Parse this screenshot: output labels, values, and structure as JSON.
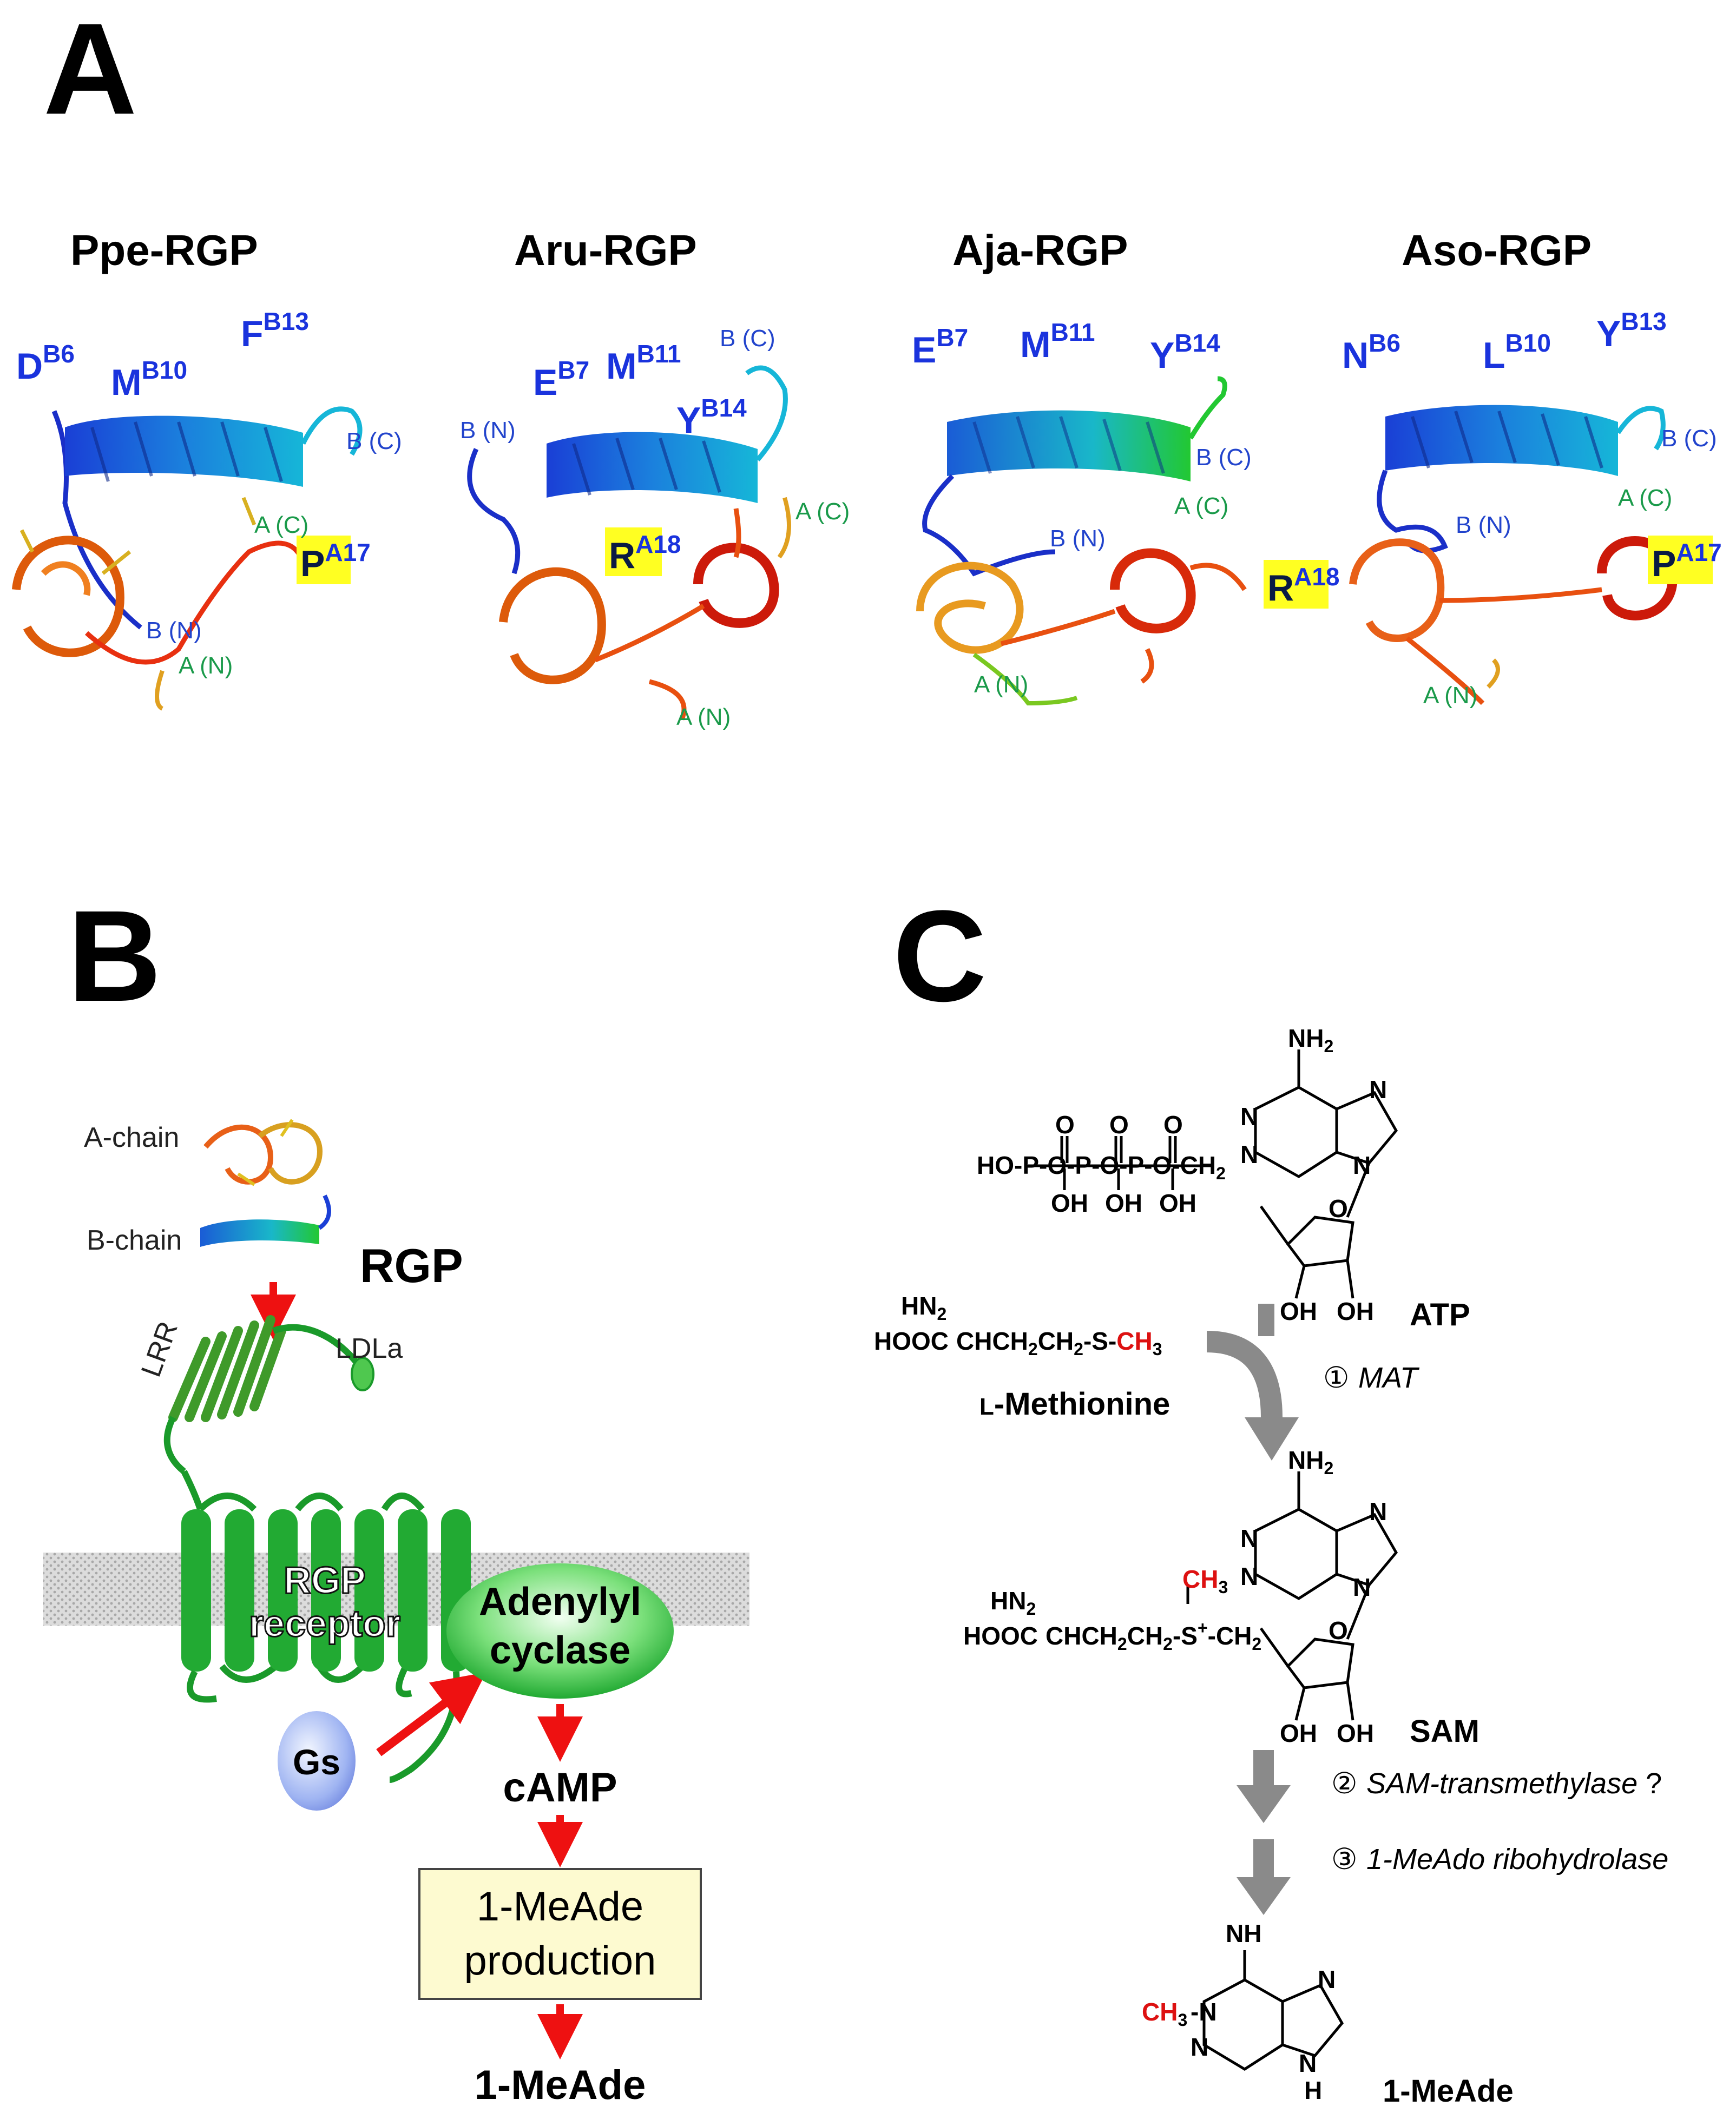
{
  "panels": {
    "a": {
      "letter": "A",
      "structures": [
        {
          "title": "Ppe-RGP",
          "labels": [
            {
              "id": "d",
              "main": "D",
              "sup": "B6"
            },
            {
              "id": "m",
              "main": "M",
              "sup": "B10"
            },
            {
              "id": "f",
              "main": "F",
              "sup": "B13"
            }
          ],
          "highlight": {
            "main": "P",
            "sup": "A17"
          }
        },
        {
          "title": "Aru-RGP",
          "labels": [
            {
              "id": "e",
              "main": "E",
              "sup": "B7"
            },
            {
              "id": "m",
              "main": "M",
              "sup": "B11"
            },
            {
              "id": "y",
              "main": "Y",
              "sup": "B14"
            }
          ],
          "highlight": {
            "main": "R",
            "sup": "A18"
          }
        },
        {
          "title": "Aja-RGP",
          "labels": [
            {
              "id": "e",
              "main": "E",
              "sup": "B7"
            },
            {
              "id": "m",
              "main": "M",
              "sup": "B11"
            },
            {
              "id": "y",
              "main": "Y",
              "sup": "B14"
            }
          ],
          "highlight": {
            "main": "R",
            "sup": "A18"
          }
        },
        {
          "title": "Aso-RGP",
          "labels": [
            {
              "id": "n",
              "main": "N",
              "sup": "B6"
            },
            {
              "id": "l",
              "main": "L",
              "sup": "B10"
            },
            {
              "id": "y",
              "main": "Y",
              "sup": "B13"
            }
          ],
          "highlight": {
            "main": "P",
            "sup": "A17"
          }
        }
      ],
      "termini": {
        "b_c": "B (C)",
        "b_n": "B (N)",
        "a_c": "A (C)",
        "a_n": "A (N)"
      }
    },
    "b": {
      "letter": "B",
      "a_chain": "A-chain",
      "b_chain": "B-chain",
      "rgp": "RGP",
      "lrr": "LRR",
      "ldla": "LDLa",
      "receptor_line1": "RGP",
      "receptor_line2": "receptor",
      "gs": "Gs",
      "adenylyl_line1": "Adenylyl",
      "adenylyl_line2": "cyclase",
      "camp": "cAMP",
      "production_line1": "1-MeAde",
      "production_line2": "production",
      "product": "1-MeAde"
    },
    "c": {
      "letter": "C",
      "atp": "ATP",
      "methionine_prefix": "L",
      "methionine": "-Methionine",
      "sam": "SAM",
      "product": "1-MeAde",
      "step1_num": "①",
      "step1": "MAT",
      "step2_num": "②",
      "step2": "SAM-transmethylase",
      "step2_q": " ?",
      "step3_num": "③",
      "step3": "1-MeAdo ribohydrolase"
    }
  },
  "colors": {
    "arrow_red": "#ee1111",
    "arrow_grey": "#8a8a8a",
    "receptor_green": "#1a9a2a",
    "membrane": "#cfcfcf",
    "highlight": "#ffff22",
    "box_fill": "#fdfad0"
  }
}
